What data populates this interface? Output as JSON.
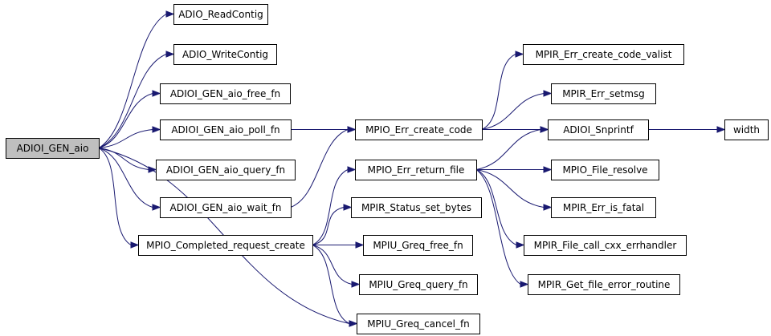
{
  "colors": {
    "root_fill": "#bfbfbf",
    "node_fill": "#ffffff",
    "edge": "#191970",
    "border": "#000000"
  },
  "nodes": [
    {
      "id": "root",
      "label": "ADIOI_GEN_aio"
    },
    {
      "id": "readcontig",
      "label": "ADIO_ReadContig"
    },
    {
      "id": "writecontig",
      "label": "ADIO_WriteContig"
    },
    {
      "id": "free_fn",
      "label": "ADIOI_GEN_aio_free_fn"
    },
    {
      "id": "poll_fn",
      "label": "ADIOI_GEN_aio_poll_fn"
    },
    {
      "id": "query_fn",
      "label": "ADIOI_GEN_aio_query_fn"
    },
    {
      "id": "wait_fn",
      "label": "ADIOI_GEN_aio_wait_fn"
    },
    {
      "id": "completed",
      "label": "MPIO_Completed_request_create"
    },
    {
      "id": "err_create",
      "label": "MPIO_Err_create_code"
    },
    {
      "id": "err_return",
      "label": "MPIO_Err_return_file"
    },
    {
      "id": "status_bytes",
      "label": "MPIR_Status_set_bytes"
    },
    {
      "id": "greq_free",
      "label": "MPIU_Greq_free_fn"
    },
    {
      "id": "greq_query",
      "label": "MPIU_Greq_query_fn"
    },
    {
      "id": "greq_cancel",
      "label": "MPIU_Greq_cancel_fn"
    },
    {
      "id": "create_valist",
      "label": "MPIR_Err_create_code_valist"
    },
    {
      "id": "setmsg",
      "label": "MPIR_Err_setmsg"
    },
    {
      "id": "snprintf",
      "label": "ADIOI_Snprintf"
    },
    {
      "id": "file_resolve",
      "label": "MPIO_File_resolve"
    },
    {
      "id": "is_fatal",
      "label": "MPIR_Err_is_fatal"
    },
    {
      "id": "cxx_errhandler",
      "label": "MPIR_File_call_cxx_errhandler"
    },
    {
      "id": "get_file_error",
      "label": "MPIR_Get_file_error_routine"
    },
    {
      "id": "width",
      "label": "width"
    }
  ],
  "edges": [
    {
      "from": "root",
      "to": "readcontig"
    },
    {
      "from": "root",
      "to": "writecontig"
    },
    {
      "from": "root",
      "to": "free_fn"
    },
    {
      "from": "root",
      "to": "poll_fn"
    },
    {
      "from": "root",
      "to": "query_fn"
    },
    {
      "from": "root",
      "to": "wait_fn"
    },
    {
      "from": "root",
      "to": "completed"
    },
    {
      "from": "root",
      "to": "greq_cancel"
    },
    {
      "from": "poll_fn",
      "to": "err_create"
    },
    {
      "from": "wait_fn",
      "to": "err_create"
    },
    {
      "from": "completed",
      "to": "err_return"
    },
    {
      "from": "completed",
      "to": "status_bytes"
    },
    {
      "from": "completed",
      "to": "greq_free"
    },
    {
      "from": "completed",
      "to": "greq_query"
    },
    {
      "from": "completed",
      "to": "greq_cancel"
    },
    {
      "from": "err_create",
      "to": "create_valist"
    },
    {
      "from": "err_create",
      "to": "setmsg"
    },
    {
      "from": "err_create",
      "to": "snprintf"
    },
    {
      "from": "err_return",
      "to": "snprintf"
    },
    {
      "from": "err_return",
      "to": "file_resolve"
    },
    {
      "from": "err_return",
      "to": "is_fatal"
    },
    {
      "from": "err_return",
      "to": "cxx_errhandler"
    },
    {
      "from": "err_return",
      "to": "get_file_error"
    },
    {
      "from": "snprintf",
      "to": "width"
    }
  ]
}
